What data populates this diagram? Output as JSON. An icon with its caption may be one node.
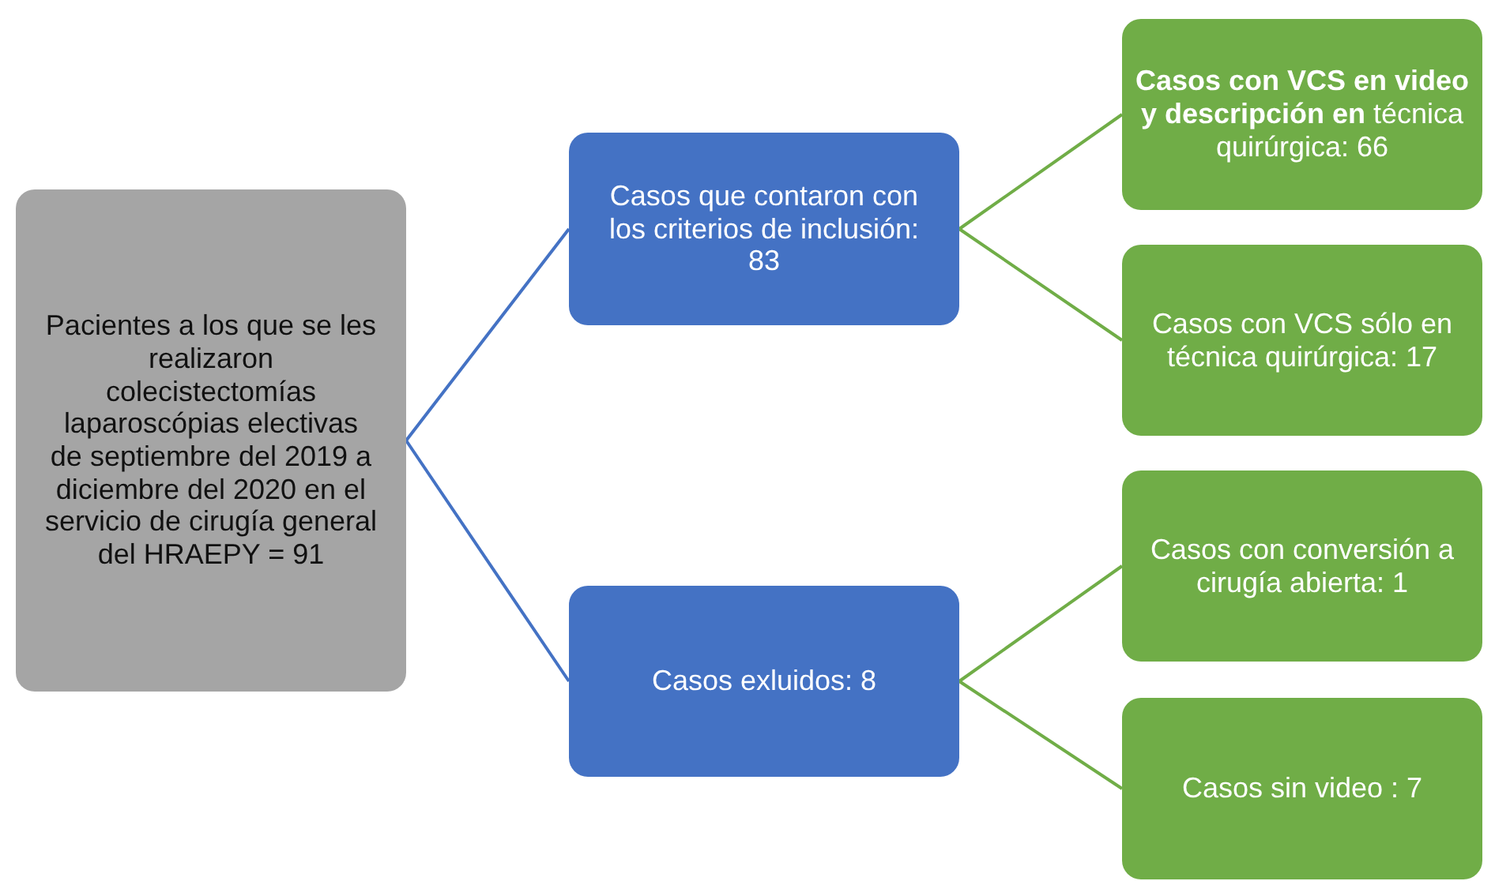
{
  "diagram": {
    "nodes": [
      {
        "text": [
          "Pacientes a los que se les realizaron colecistectomías laparoscópias electivas de septiembre del 2019 a diciembre del 2020 en el servicio de cirugía general del HRAEPY = 91"
        ]
      },
      {
        "text": [
          "Casos que contaron con los criterios de inclusión: 83"
        ]
      },
      {
        "text": [
          "**Casos con VCS en video y descripción en** técnica quirúrgica: 66"
        ]
      },
      {
        "text": [
          "Casos con VCS sólo en técnica quirúrgica: 17"
        ]
      },
      {
        "text": [
          "Casos exluidos: 8"
        ]
      },
      {
        "text": [
          "Casos con conversión a cirugía abierta: 1"
        ]
      },
      {
        "text": [
          "Casos sin video : 7"
        ]
      }
    ],
    "edges": [
      {
        "from": 0,
        "to": 1,
        "arrow": "none",
        "color": "#4472c4"
      },
      {
        "from": 0,
        "to": 4,
        "arrow": "none",
        "color": "#4472c4"
      },
      {
        "from": 1,
        "to": 2,
        "arrow": "none"
      },
      {
        "from": 1,
        "to": 3,
        "arrow": "none"
      },
      {
        "from": 4,
        "to": 5,
        "arrow": "none"
      },
      {
        "from": 4,
        "to": 6,
        "arrow": "none"
      }
    ]
  }
}
